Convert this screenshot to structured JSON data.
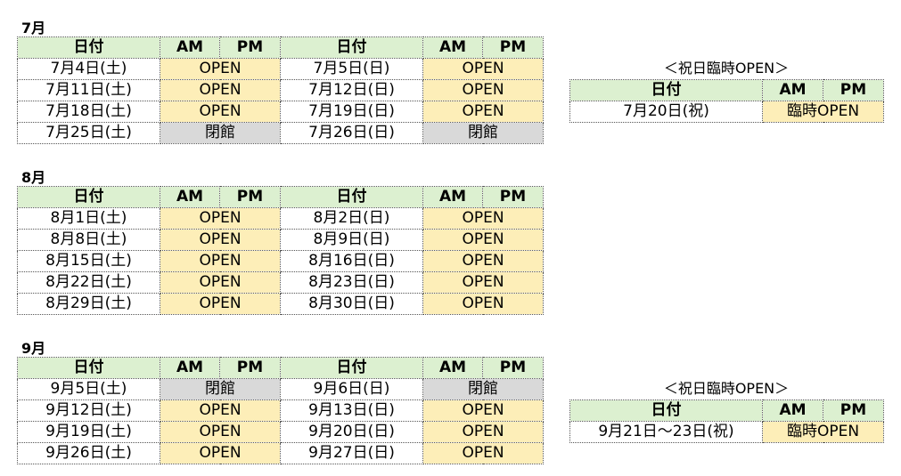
{
  "header_labels": {
    "date": "日付",
    "am": "AM",
    "pm": "PM"
  },
  "july": {
    "title": "7月",
    "rows": [
      {
        "d1": "7月4日(土)",
        "s1": "OPEN",
        "t1": "open",
        "d2": "7月5日(日)",
        "s2": "OPEN",
        "t2": "open"
      },
      {
        "d1": "7月11日(土)",
        "s1": "OPEN",
        "t1": "open",
        "d2": "7月12日(日)",
        "s2": "OPEN",
        "t2": "open"
      },
      {
        "d1": "7月18日(土)",
        "s1": "OPEN",
        "t1": "open",
        "d2": "7月19日(日)",
        "s2": "OPEN",
        "t2": "open"
      },
      {
        "d1": "7月25日(土)",
        "s1": "閉館",
        "t1": "closed",
        "d2": "7月26日(日)",
        "s2": "閉館",
        "t2": "closed"
      }
    ]
  },
  "august": {
    "title": "8月",
    "rows": [
      {
        "d1": "8月1日(土)",
        "s1": "OPEN",
        "t1": "open",
        "d2": "8月2日(日)",
        "s2": "OPEN",
        "t2": "open"
      },
      {
        "d1": "8月8日(土)",
        "s1": "OPEN",
        "t1": "open",
        "d2": "8月9日(日)",
        "s2": "OPEN",
        "t2": "open"
      },
      {
        "d1": "8月15日(土)",
        "s1": "OPEN",
        "t1": "open",
        "d2": "8月16日(日)",
        "s2": "OPEN",
        "t2": "open"
      },
      {
        "d1": "8月22日(土)",
        "s1": "OPEN",
        "t1": "open",
        "d2": "8月23日(日)",
        "s2": "OPEN",
        "t2": "open"
      },
      {
        "d1": "8月29日(土)",
        "s1": "OPEN",
        "t1": "open",
        "d2": "8月30日(日)",
        "s2": "OPEN",
        "t2": "open"
      }
    ]
  },
  "september": {
    "title": "9月",
    "rows": [
      {
        "d1": "9月5日(土)",
        "s1": "閉館",
        "t1": "closed",
        "d2": "9月6日(日)",
        "s2": "閉館",
        "t2": "closed"
      },
      {
        "d1": "9月12日(土)",
        "s1": "OPEN",
        "t1": "open",
        "d2": "9月13日(日)",
        "s2": "OPEN",
        "t2": "open"
      },
      {
        "d1": "9月19日(土)",
        "s1": "OPEN",
        "t1": "open",
        "d2": "9月20日(日)",
        "s2": "OPEN",
        "t2": "open"
      },
      {
        "d1": "9月26日(土)",
        "s1": "OPEN",
        "t1": "open",
        "d2": "9月27日(日)",
        "s2": "OPEN",
        "t2": "open"
      }
    ]
  },
  "special_july": {
    "caption": "＜祝日臨時OPEN＞",
    "date": "7月20日(祝)",
    "status": "臨時OPEN"
  },
  "special_september": {
    "caption": "＜祝日臨時OPEN＞",
    "date": "9月21日〜23日(祝)",
    "status": "臨時OPEN"
  },
  "colors": {
    "header": "#dcf0d0",
    "open": "#fdeeb8",
    "closed": "#d9d9d9"
  }
}
